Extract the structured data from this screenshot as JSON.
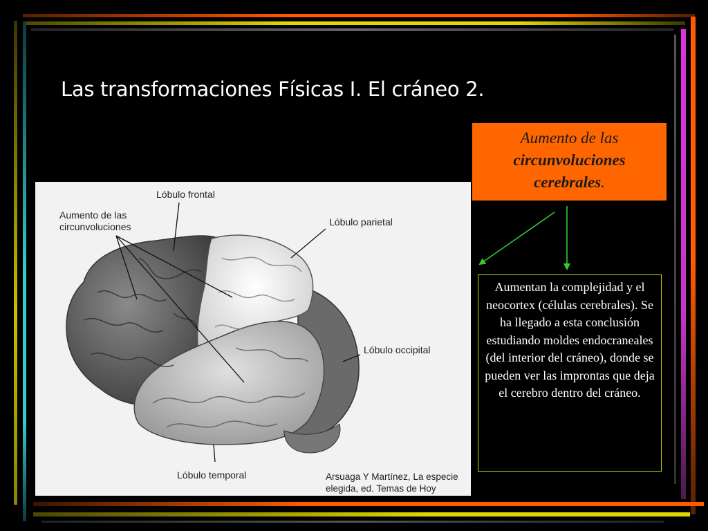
{
  "slide": {
    "title": "Las transformaciones Físicas I. El cráneo 2.",
    "orange_box": {
      "line1": "Aumento de las",
      "line2": "circunvoluciones",
      "line3": "cerebrales",
      "line3_suffix": "."
    },
    "text_box": "Aumentan la complejidad y el neocortex (células cerebrales). Se ha llegado a esta conclusión estudiando moldes endocraneales (del interior del cráneo), donde se pueden ver las improntas que deja el cerebro dentro del cráneo."
  },
  "figure": {
    "labels": {
      "frontal": "Lóbulo frontal",
      "circ_line1": "Aumento de las",
      "circ_line2": "circunvoluciones",
      "parietal": "Lóbulo parietal",
      "occipital": "Lóbulo occipital",
      "temporal": "Lóbulo temporal",
      "credit_line1": "Arsuaga Y Martínez, La especie",
      "credit_line2": "elegida, ed. Temas de Hoy"
    }
  },
  "colors": {
    "background": "#000000",
    "orange_box": "#ff6600",
    "arrow": "#33cc33",
    "text_box_border": "#d8d200",
    "bar_orange": "#ff5a00",
    "bar_yellow": "#e0d800",
    "bar_magenta": "#dd33dd",
    "bar_cyan": "#33cccc",
    "bar_gray": "#444444"
  }
}
